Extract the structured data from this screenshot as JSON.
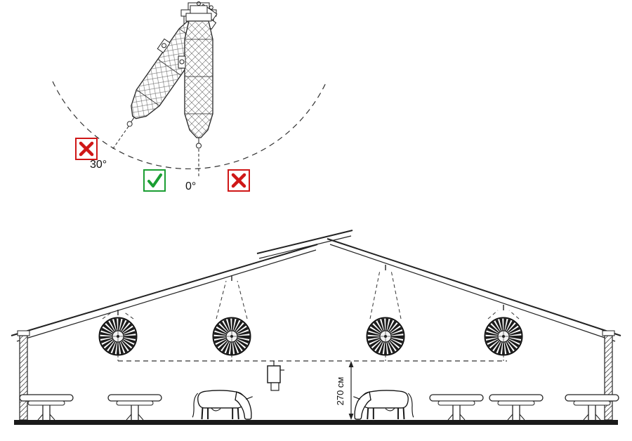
{
  "angle_diagram": {
    "tilted_angle_label": "30°",
    "vertical_angle_label": "0°",
    "marks": {
      "left": {
        "type": "wrong",
        "icon": "x-mark-icon"
      },
      "center": {
        "type": "correct",
        "icon": "check-mark-icon"
      },
      "right": {
        "type": "wrong",
        "icon": "x-mark-icon"
      }
    },
    "colors": {
      "wrong": "#cf1717",
      "correct": "#1a9e32",
      "line": "#222222"
    }
  },
  "barn_diagram": {
    "height_dimension_label": "270 см",
    "fan_count": "4",
    "colors": {
      "line": "#222222",
      "fan_dark": "#1c1c1c"
    }
  }
}
